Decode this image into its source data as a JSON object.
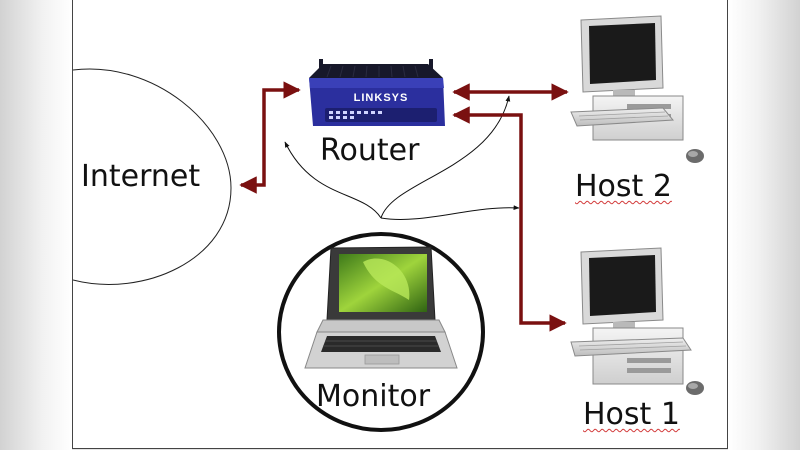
{
  "labels": {
    "internet": "Internet",
    "router": "Router",
    "monitor": "Monitor",
    "host2": "Host 2",
    "host1": "Host 1"
  },
  "router_brand": "LINKSYS",
  "colors": {
    "link": "#7a1010",
    "router_body": "#2b2f9e",
    "router_top": "#17182a",
    "screen_green": "#7dbb2a"
  },
  "icons": [
    "internet-cloud",
    "router-icon",
    "laptop-icon",
    "desktop-computer-icon"
  ]
}
